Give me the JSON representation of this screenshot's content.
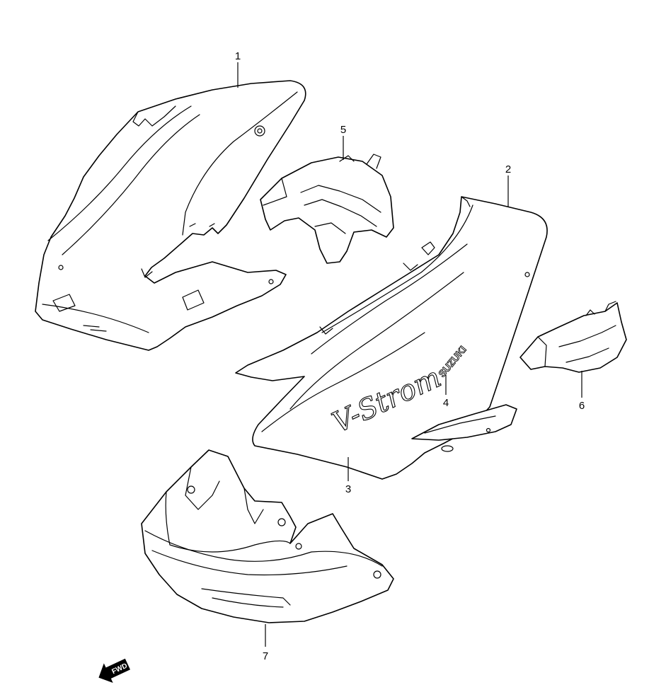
{
  "callouts": [
    {
      "id": "1",
      "label": "1"
    },
    {
      "id": "2",
      "label": "2"
    },
    {
      "id": "3",
      "label": "3"
    },
    {
      "id": "4",
      "label": "4"
    },
    {
      "id": "5",
      "label": "5"
    },
    {
      "id": "6",
      "label": "6"
    },
    {
      "id": "7",
      "label": "7"
    }
  ],
  "graphics": {
    "model_logo": "V-Strom",
    "brand_logo": "SUZUKI",
    "direction_indicator": "FWD"
  },
  "icons": {
    "direction": "forward-arrow-icon"
  },
  "colors": {
    "line": "#000000",
    "background": "#ffffff"
  }
}
